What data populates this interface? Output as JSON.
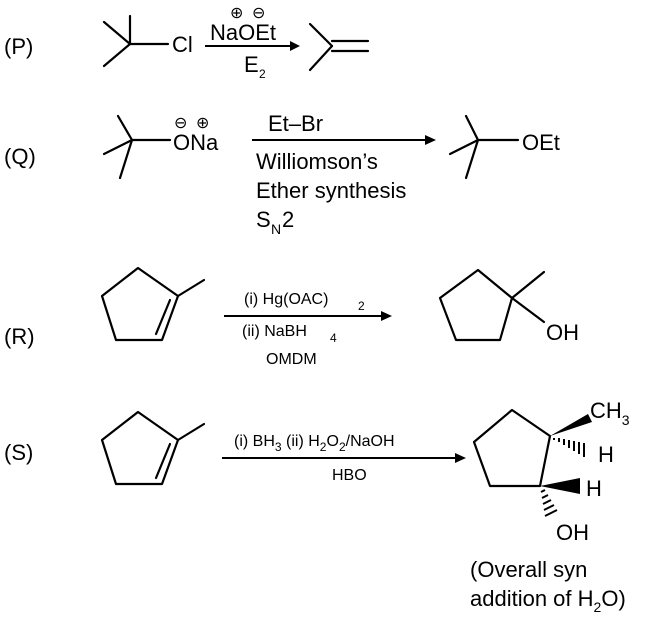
{
  "reactions": {
    "P": {
      "label": "(P)",
      "reactant_atom": "Cl",
      "reagent": "NaOEt",
      "charge_plus": "⊕",
      "charge_minus": "⊖",
      "condition_main": "E",
      "condition_sub": "2"
    },
    "Q": {
      "label": "(Q)",
      "reactant_group": "ONa",
      "charge_minus": "⊖",
      "charge_plus": "⊕",
      "reagent": "Et–Br",
      "condition_line1": "Williomson’s",
      "condition_line2": "Ether synthesis",
      "condition_s": "S",
      "condition_n": "N",
      "condition_2": "2",
      "product_group": "OEt"
    },
    "R": {
      "label": "(R)",
      "step1_main": "(i) Hg(OAC)",
      "step1_sub": "2",
      "step2_main": "(ii) NaBH",
      "step2_sub": "4",
      "condition": "OMDM",
      "product_group": "OH"
    },
    "S": {
      "label": "(S)",
      "step_text_1": "(i) BH",
      "step_sub_1": "3",
      "step_text_2": " (ii) H",
      "step_sub_2": "2",
      "step_text_3": "O",
      "step_sub_3": "2",
      "step_text_4": "/NaOH",
      "condition": "HBO",
      "product_ch": "CH",
      "product_ch_sub": "3",
      "product_h1": "H",
      "product_h2": "H",
      "product_oh": "OH",
      "note_line1": "(Overall syn",
      "note_line2_main": "addition of H",
      "note_line2_sub": "2",
      "note_line2_end": "O)"
    }
  }
}
